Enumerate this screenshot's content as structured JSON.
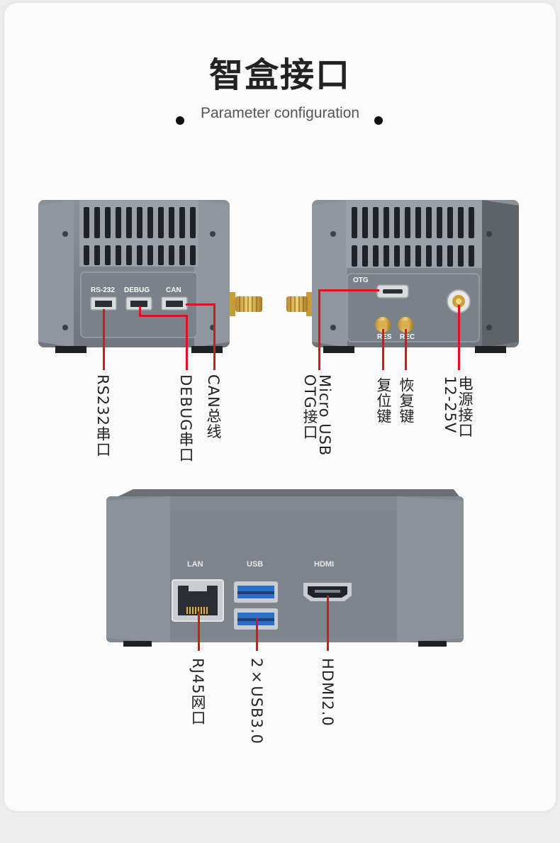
{
  "header": {
    "title": "智盒接口",
    "subtitle": "Parameter configuration"
  },
  "device_front": {
    "port_labels": [
      "RS-232",
      "DEBUG",
      "CAN"
    ],
    "callouts": [
      "RS232串口",
      "DEBUG串口",
      "CAN总线"
    ]
  },
  "device_back": {
    "port_labels": [
      "OTG",
      "RES",
      "REC"
    ],
    "callouts": [
      "Micro USB OTG接口",
      "复位键",
      "恢复键",
      "电源接口 12-25V"
    ]
  },
  "device_side": {
    "port_labels": [
      "LAN",
      "USB",
      "HDMI"
    ],
    "callouts": [
      "RJ45网口",
      "2×USB3.0",
      "HDMI2.0"
    ]
  },
  "colors": {
    "callout_line": "#d7161e",
    "enclosure": "#7e858c",
    "background": "#fbfbfb"
  }
}
